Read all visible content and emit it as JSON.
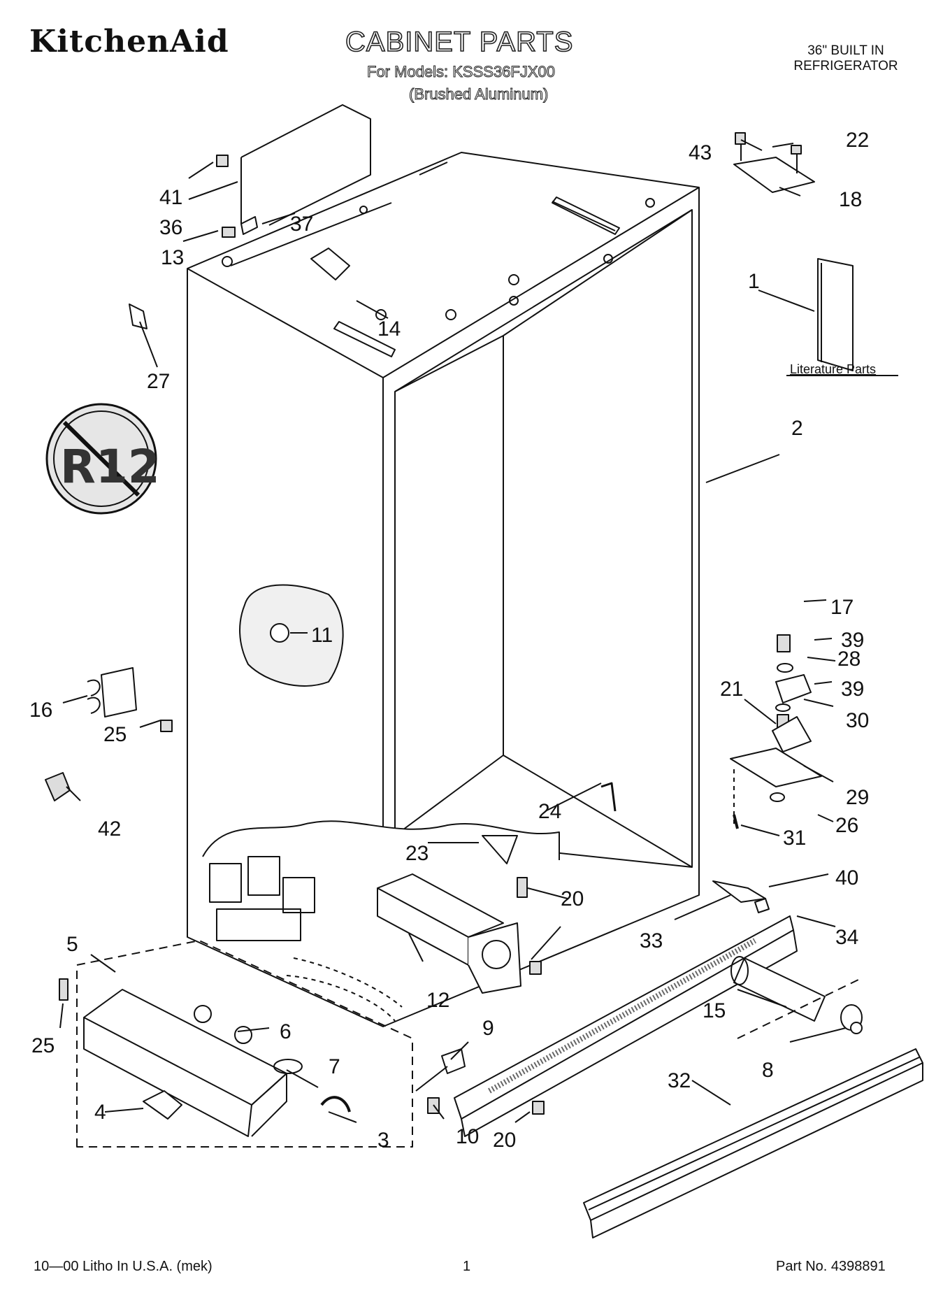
{
  "header": {
    "brand": "KitchenAid",
    "title": "CABINET PARTS",
    "models": "For Models: KSSS36FJX00",
    "finish": "(Brushed Aluminum)",
    "appliance_line1": "36\" BUILT IN",
    "appliance_line2": "REFRIGERATOR"
  },
  "badge": {
    "text": "R12"
  },
  "literature": {
    "label": "Literature Parts"
  },
  "callouts": {
    "c1": "1",
    "c2": "2",
    "c3": "3",
    "c4": "4",
    "c5": "5",
    "c6": "6",
    "c7": "7",
    "c8": "8",
    "c9": "9",
    "c10": "10",
    "c11": "11",
    "c12": "12",
    "c13": "13",
    "c14": "14",
    "c15": "15",
    "c16": "16",
    "c17": "17",
    "c18": "18",
    "c20a": "20",
    "c20b": "20",
    "c21": "21",
    "c22": "22",
    "c23": "23",
    "c24": "24",
    "c25a": "25",
    "c25b": "25",
    "c26": "26",
    "c27": "27",
    "c28": "28",
    "c29": "29",
    "c30": "30",
    "c31": "31",
    "c32": "32",
    "c33": "33",
    "c34": "34",
    "c36": "36",
    "c37": "37",
    "c39a": "39",
    "c39b": "39",
    "c40": "40",
    "c41": "41",
    "c42": "42",
    "c43": "43"
  },
  "footer": {
    "print_info": "10—00 Litho In U.S.A. (mek)",
    "page_number": "1",
    "part_number": "Part No. 4398891"
  }
}
